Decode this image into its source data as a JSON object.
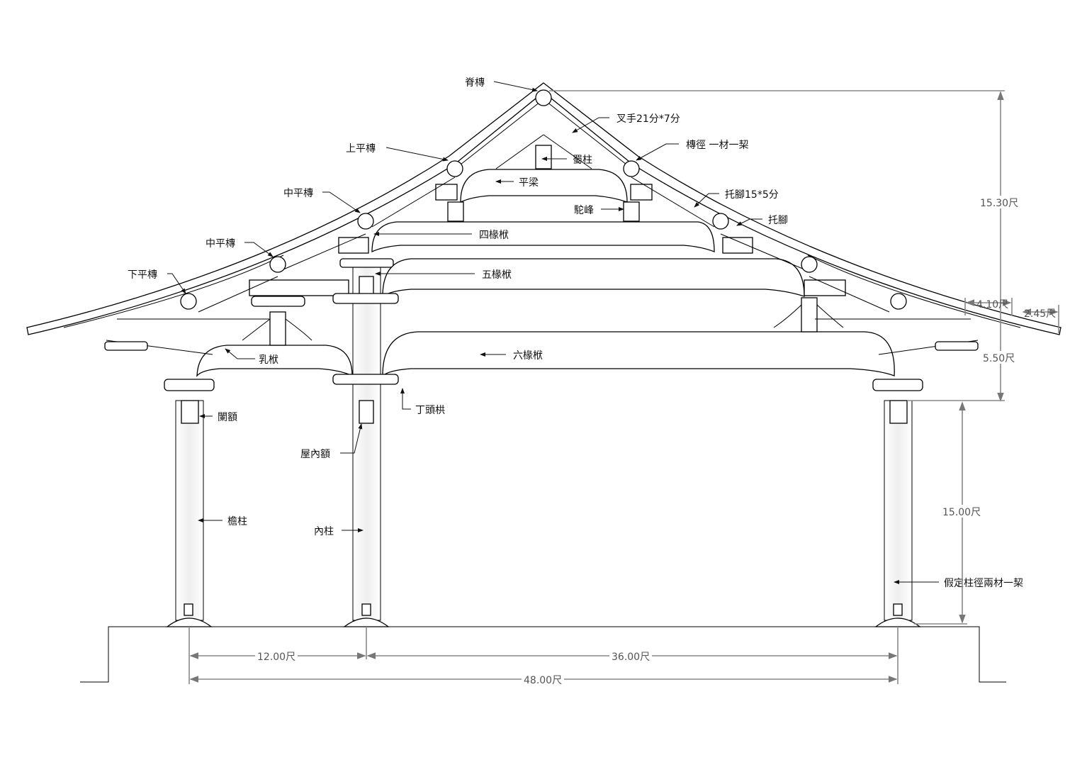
{
  "labels": {
    "ridge_purlin": "脊槫",
    "cha_shou": "叉手21分*7分",
    "purlin_diameter": "槫徑 一材一栔",
    "upper_purlin": "上平槫",
    "shu_zhu": "蜀柱",
    "ping_liang": "平梁",
    "tuo_jiao_size": "托腳15*5分",
    "tuo_jiao": "托腳",
    "middle_purlin_1": "中平槫",
    "tuo_feng": "駝峰",
    "si_chuan_fu": "四椽栿",
    "middle_purlin_2": "中平槫",
    "wu_chuan_fu": "五椽栿",
    "lower_purlin": "下平槫",
    "ru_fu": "乳栿",
    "liu_chuan_fu": "六椽栿",
    "ding_tou_gong": "丁頭栱",
    "lan_e": "闌額",
    "wu_nei_e": "屋內額",
    "yan_zhu": "檐柱",
    "nei_zhu": "內柱",
    "column_note": "假定柱徑兩材一栔"
  },
  "dimensions": {
    "total_height": "15.30尺",
    "overhang_1": "4.10尺",
    "overhang_2": "2.45尺",
    "eave_height": "5.50尺",
    "column_height": "15.00尺",
    "span_left": "12.00尺",
    "span_right": "36.00尺",
    "span_total": "48.00尺"
  }
}
